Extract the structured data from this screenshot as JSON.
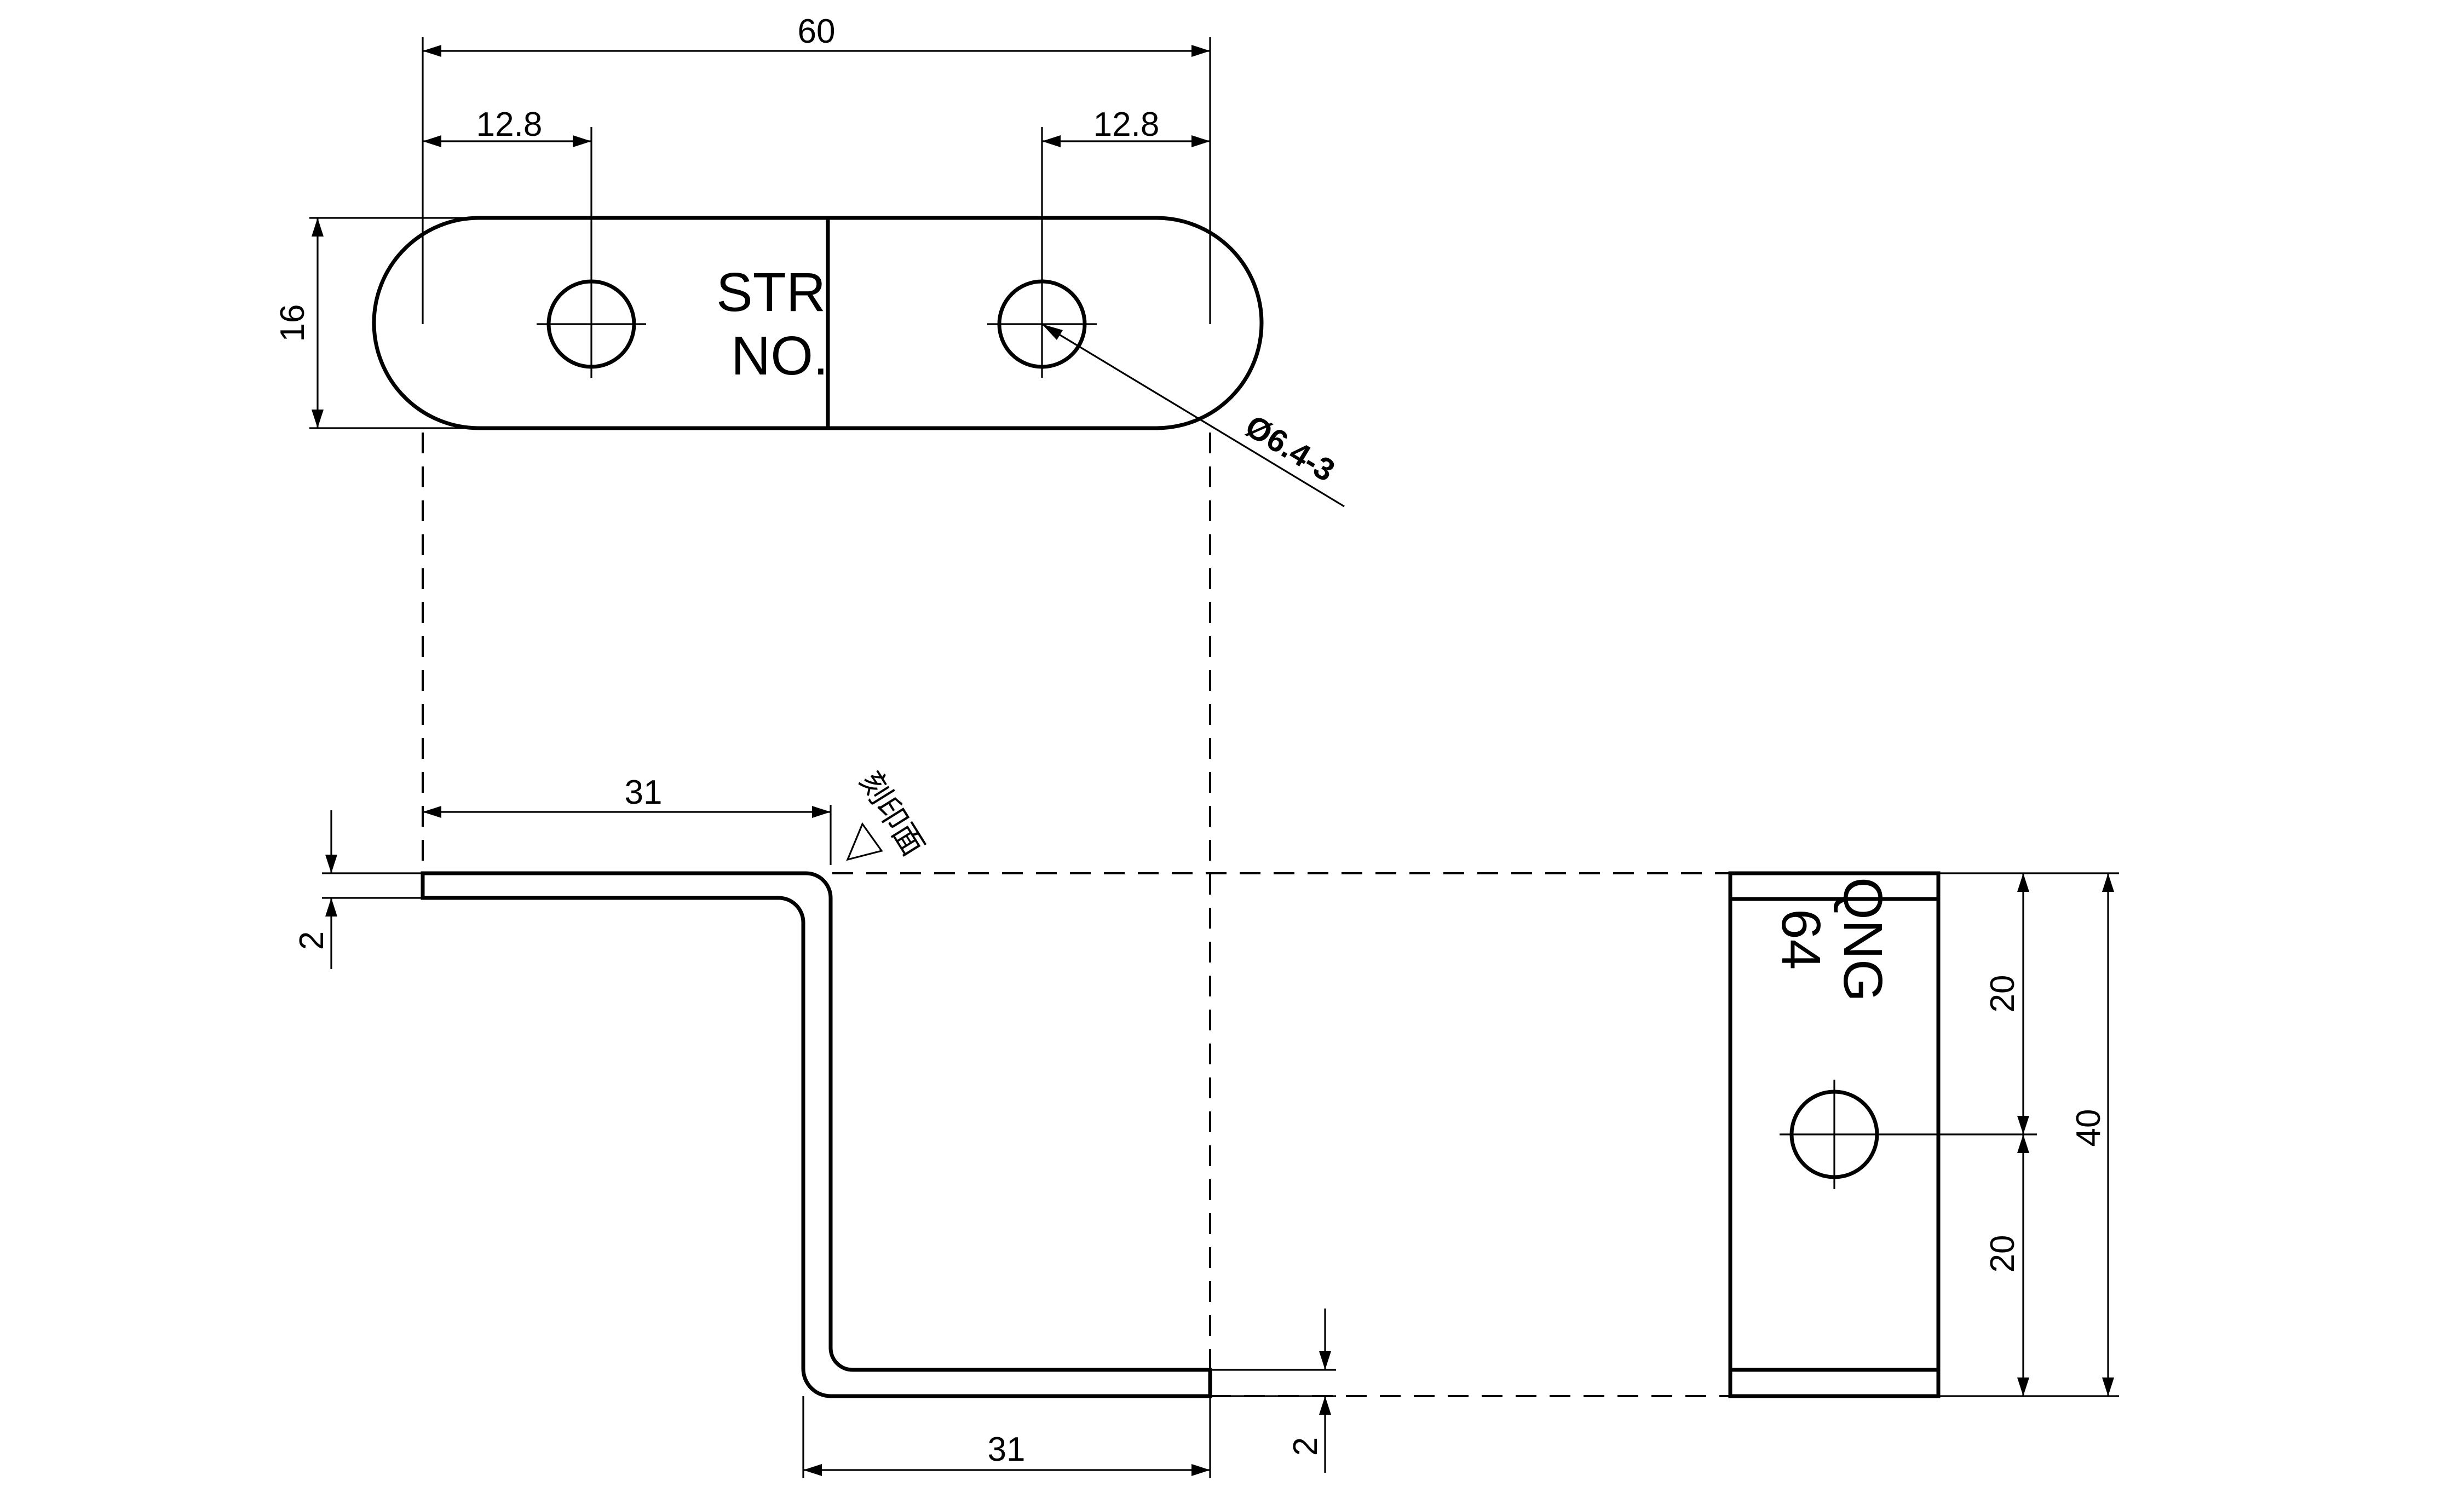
{
  "dimensions": {
    "overall_width": "60",
    "hole_offset_left": "12.8",
    "hole_offset_right": "12.8",
    "plate_height": "16",
    "hole_callout": "Ø6.4-3",
    "flange_top_length": "31",
    "flange_bottom_length": "31",
    "thickness_top": "2",
    "thickness_bottom": "2",
    "side_upper_half": "20",
    "side_lower_half": "20",
    "side_total": "40"
  },
  "labels": {
    "marking_line1": "STR",
    "marking_line2": "NO.",
    "marking_face": "刻印面",
    "side_mark_line1": "QNG",
    "side_mark_line2": "64"
  },
  "colors": {
    "line": "#000000",
    "background": "#ffffff"
  }
}
